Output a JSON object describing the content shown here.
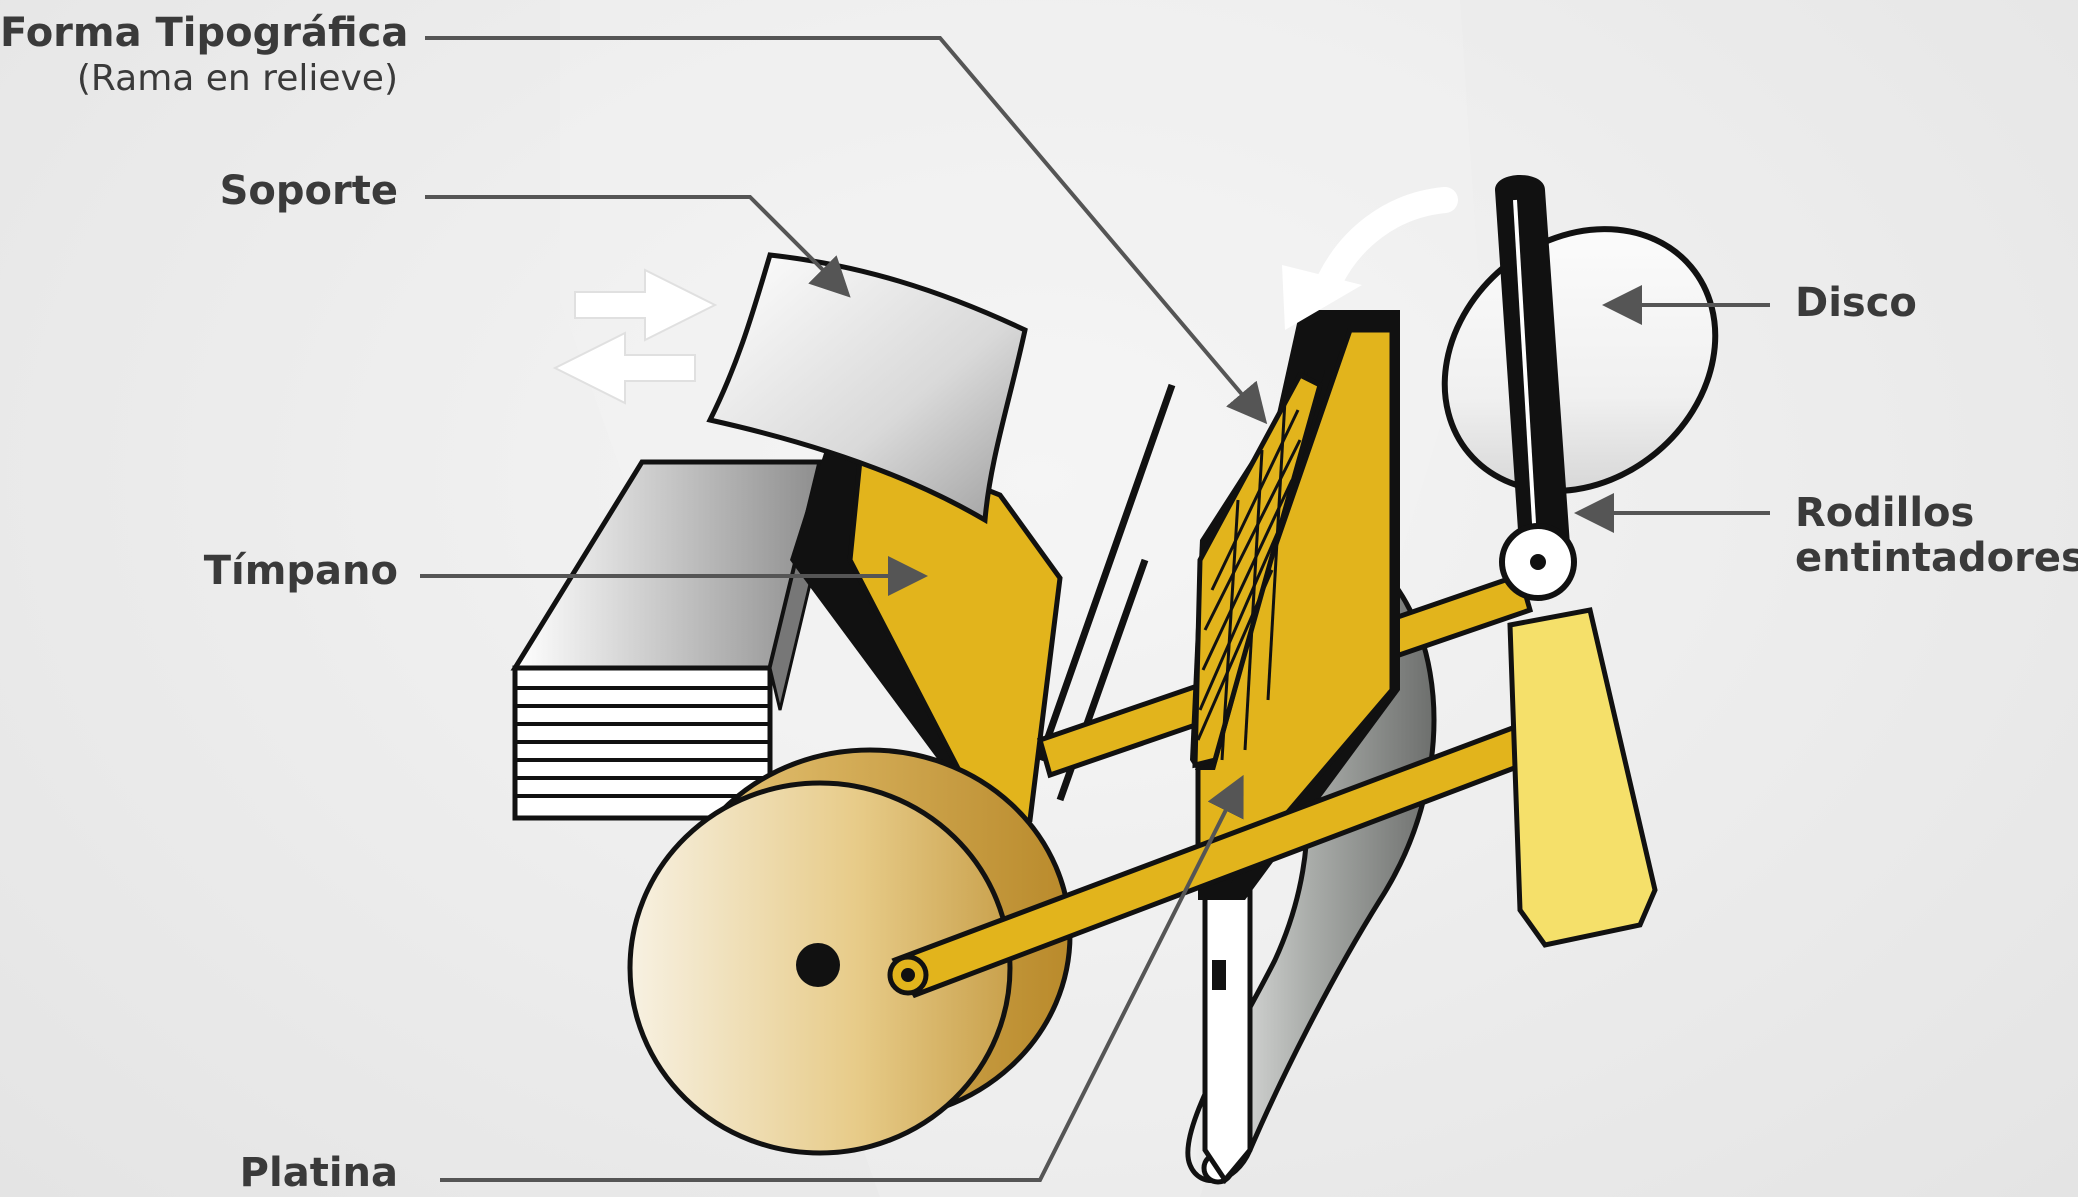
{
  "labels": {
    "forma": "Forma Tipográfica",
    "forma_sub": "(Rama en relieve)",
    "soporte": "Soporte",
    "timpano": "Tímpano",
    "platina": "Platina",
    "disco": "Disco",
    "rodillos_1": "Rodillos",
    "rodillos_2": "entintadores"
  },
  "colors": {
    "background": "#ebebeb",
    "yellow": "#e2b41c",
    "yellow_light": "#f5e06a",
    "outline": "#111111",
    "leader": "#555555",
    "wheel": "#e8cf93",
    "gray": "#9a9a9a"
  }
}
